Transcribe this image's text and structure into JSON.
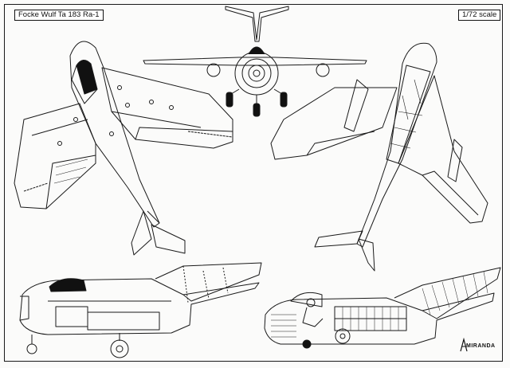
{
  "sheet": {
    "title": "Focke Wulf Ta 183 Ra-1",
    "scale": "1/72 scale",
    "maker": "MIRANDA"
  },
  "colors": {
    "ink": "#1a1a1a",
    "paper": "#fbfbfa",
    "canopy": "#111111"
  },
  "views": [
    "top-view",
    "front-view",
    "bottom-view",
    "left-side-view",
    "cutaway-side-view"
  ]
}
